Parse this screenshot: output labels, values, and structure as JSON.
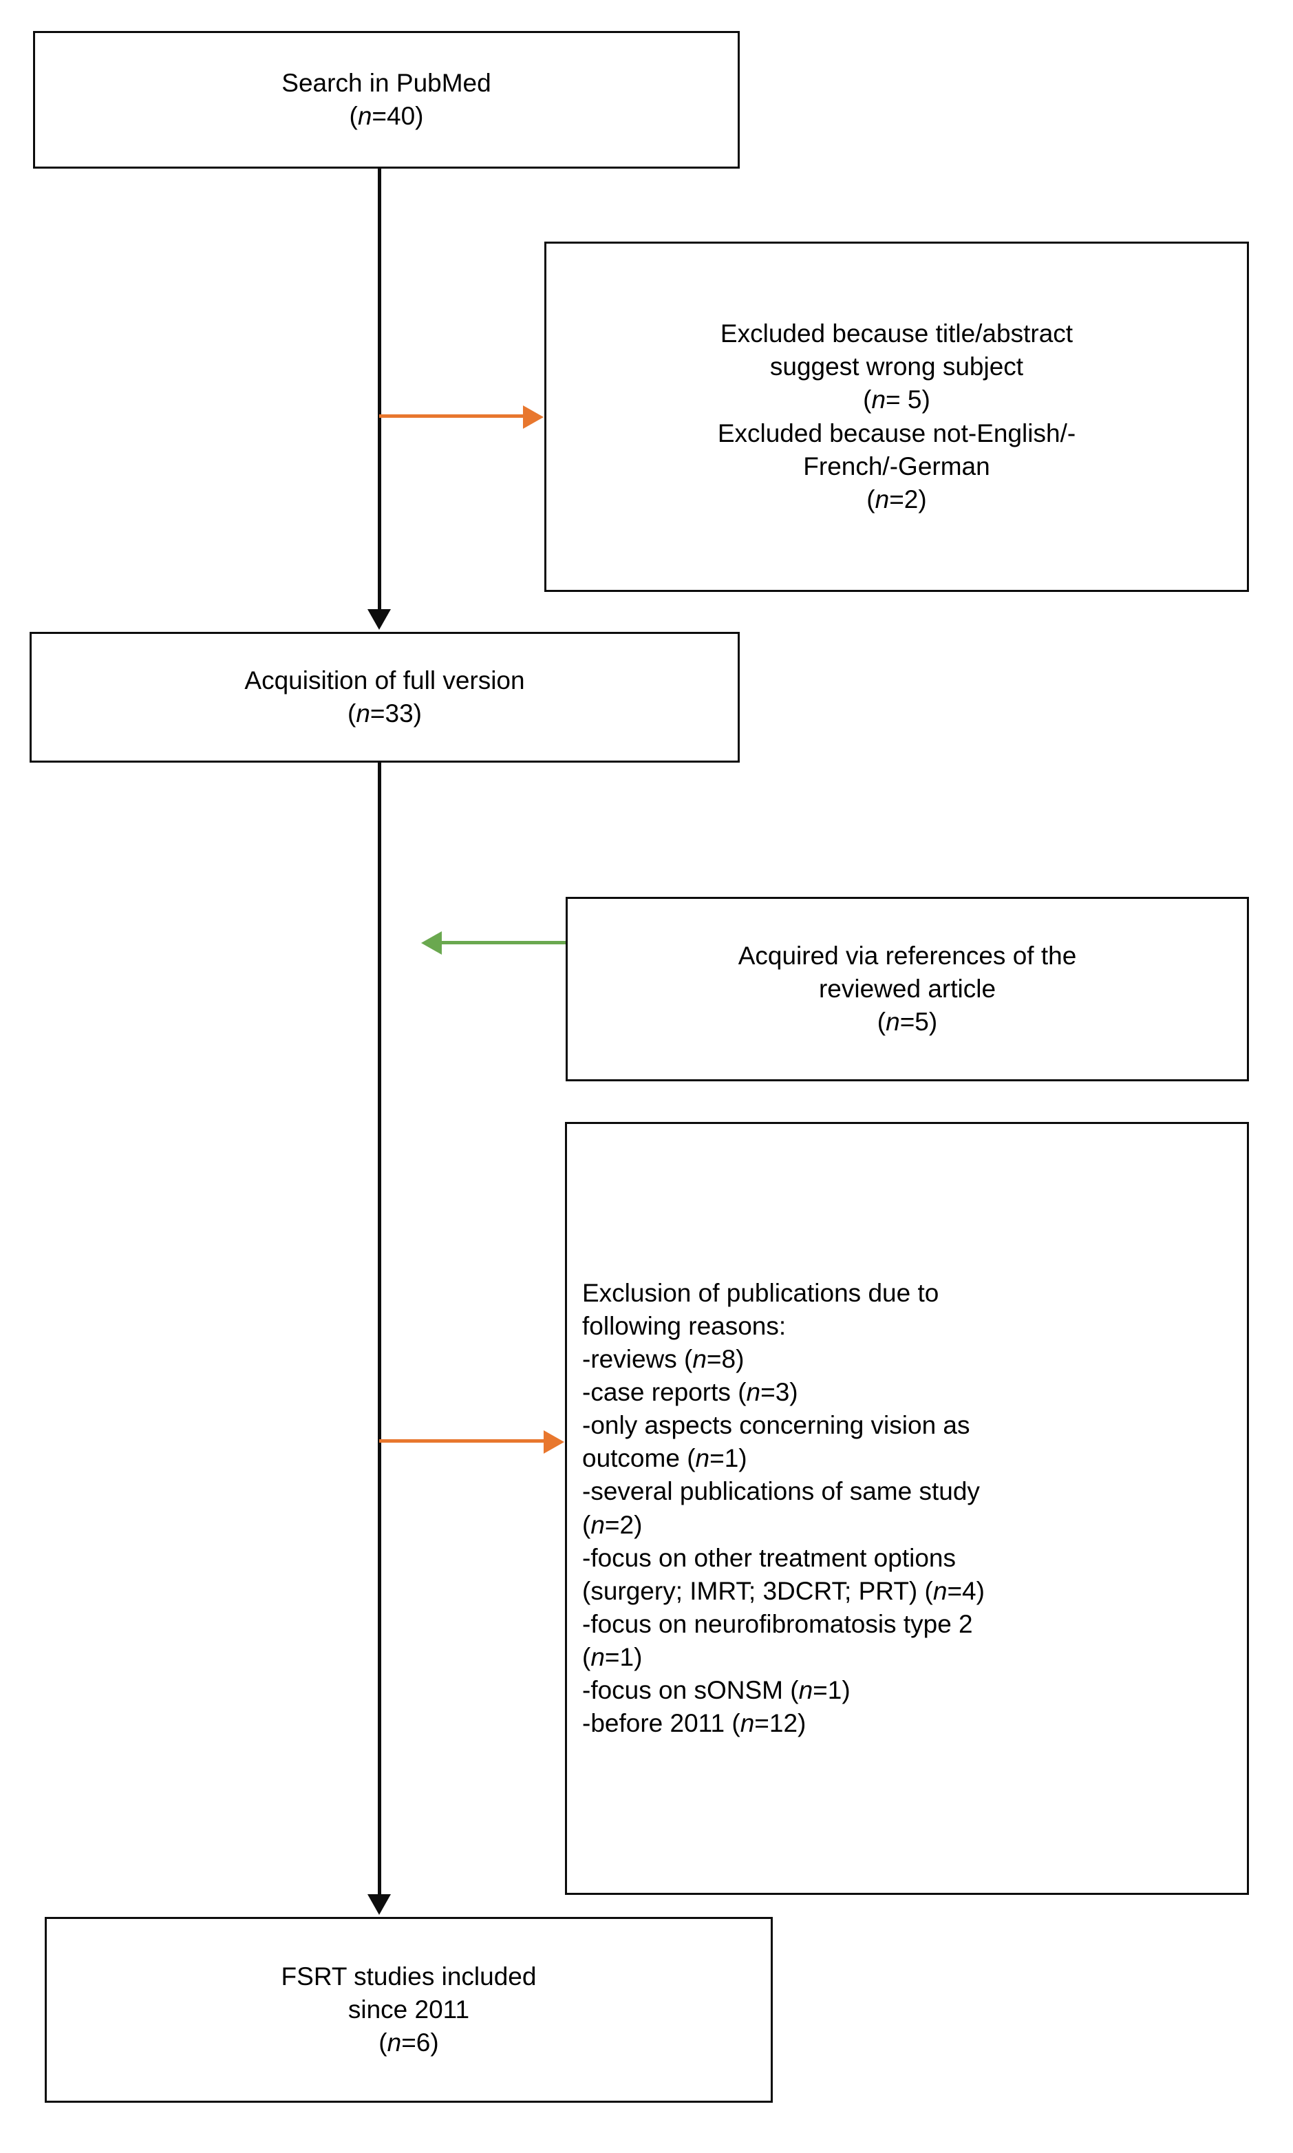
{
  "diagram": {
    "type": "prisma-flowchart",
    "title": "Study selection flow diagram",
    "colors": {
      "box_border": "#0d0d0d",
      "exclusion_arrow": "#e8772e",
      "inclusion_arrow": "#6aa84f",
      "background": "#ffffff",
      "text": "#000000"
    },
    "nodes": [
      {
        "id": "search-pubmed",
        "lines": [
          {
            "text": "Search in PubMed"
          },
          {
            "prefix": "(",
            "italic": "n",
            "suffix": "=40)"
          }
        ]
      },
      {
        "id": "excluded-screening",
        "lines": [
          {
            "text": "Excluded because title/abstract"
          },
          {
            "text": "suggest wrong subject"
          },
          {
            "prefix": "(",
            "italic": "n",
            "suffix": "= 5)"
          },
          {
            "text": "Excluded because not-English/-"
          },
          {
            "text": "French/-German"
          },
          {
            "prefix": "(",
            "italic": "n",
            "suffix": "=2)"
          }
        ]
      },
      {
        "id": "acquisition-full-version",
        "lines": [
          {
            "text": "Acquisition of full version"
          },
          {
            "prefix": "(",
            "italic": "n",
            "suffix": "=33)"
          }
        ]
      },
      {
        "id": "acquired-via-references",
        "lines": [
          {
            "text": "Acquired via references of the"
          },
          {
            "text": "reviewed article"
          },
          {
            "prefix": "(",
            "italic": "n",
            "suffix": "=5)"
          }
        ]
      },
      {
        "id": "exclusion-reasons",
        "lines": [
          {
            "text": "Exclusion of publications due to"
          },
          {
            "text": "following reasons:"
          },
          {
            "prefix": "-reviews (",
            "italic": "n",
            "suffix": "=8)"
          },
          {
            "prefix": "-case reports (",
            "italic": "n",
            "suffix": "=3)"
          },
          {
            "text": "-only aspects concerning vision as"
          },
          {
            "prefix": "outcome (",
            "italic": "n",
            "suffix": "=1)"
          },
          {
            "text": "-several publications of same study"
          },
          {
            "prefix": "(",
            "italic": "n",
            "suffix": "=2)"
          },
          {
            "text": "-focus on other treatment options"
          },
          {
            "prefix": "(surgery; IMRT; 3DCRT; PRT) (",
            "italic": "n",
            "suffix": "=4)"
          },
          {
            "text": "-focus on neurofibromatosis type 2"
          },
          {
            "prefix": "(",
            "italic": "n",
            "suffix": "=1)"
          },
          {
            "prefix": "-focus on sONSM (",
            "italic": "n",
            "suffix": "=1)"
          },
          {
            "prefix": "-before 2011 (",
            "italic": "n",
            "suffix": "=12)"
          }
        ]
      },
      {
        "id": "fsrt-studies-included",
        "lines": [
          {
            "text": "FSRT studies included"
          },
          {
            "text": "since 2011"
          },
          {
            "prefix": "(",
            "italic": "n",
            "suffix": "=6)"
          }
        ]
      }
    ],
    "counts": {
      "search_pubmed": 40,
      "excluded_wrong_subject": 5,
      "excluded_language": 2,
      "full_version_acquired": 33,
      "acquired_via_references": 5,
      "excluded_reviews": 8,
      "excluded_case_reports": 3,
      "excluded_vision_outcome": 1,
      "excluded_duplicate_study": 2,
      "excluded_other_treatment": 4,
      "excluded_nf2": 1,
      "excluded_sonsm": 1,
      "excluded_before_2011": 12,
      "included_final": 6
    }
  }
}
